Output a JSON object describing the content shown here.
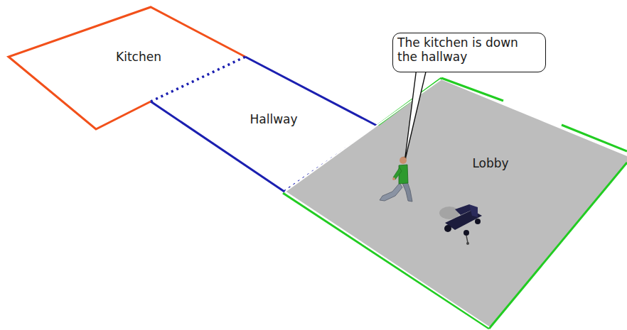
{
  "diagram": {
    "nodes": [
      {
        "text": [
          "Kitchen"
        ]
      },
      {
        "text": [
          "The kitchen is down the hallway"
        ]
      },
      {
        "text": [
          "Hallway"
        ]
      },
      {
        "text": [
          "Lobby"
        ]
      }
    ]
  }
}
